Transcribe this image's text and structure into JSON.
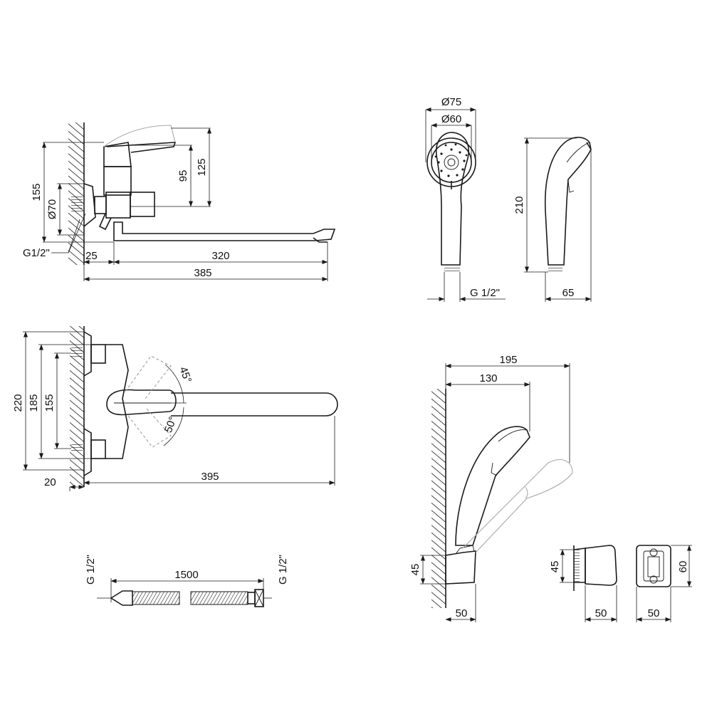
{
  "drawing": {
    "faucet_side": {
      "h155": "155",
      "d70": "Ø70",
      "h95": "95",
      "h125": "125",
      "thread": "G1/2\"",
      "w25": "25",
      "w320": "320",
      "w385": "385"
    },
    "faucet_top": {
      "h220": "220",
      "h185": "185",
      "h155": "155",
      "w20": "20",
      "w395": "395",
      "angle45": "45°",
      "angle50": "50°"
    },
    "shower_head": {
      "d75": "Ø75",
      "d60": "Ø60",
      "thread": "G 1/2\"",
      "h210": "210",
      "w65": "65"
    },
    "hose": {
      "length": "1500",
      "thread_left": "G 1/2\"",
      "thread_right": "G 1/2\""
    },
    "holder": {
      "w195": "195",
      "w130": "130",
      "h45_a": "45",
      "w50_a": "50",
      "h45_b": "45",
      "w50_b": "50",
      "h60": "60",
      "w50_c": "50"
    }
  }
}
